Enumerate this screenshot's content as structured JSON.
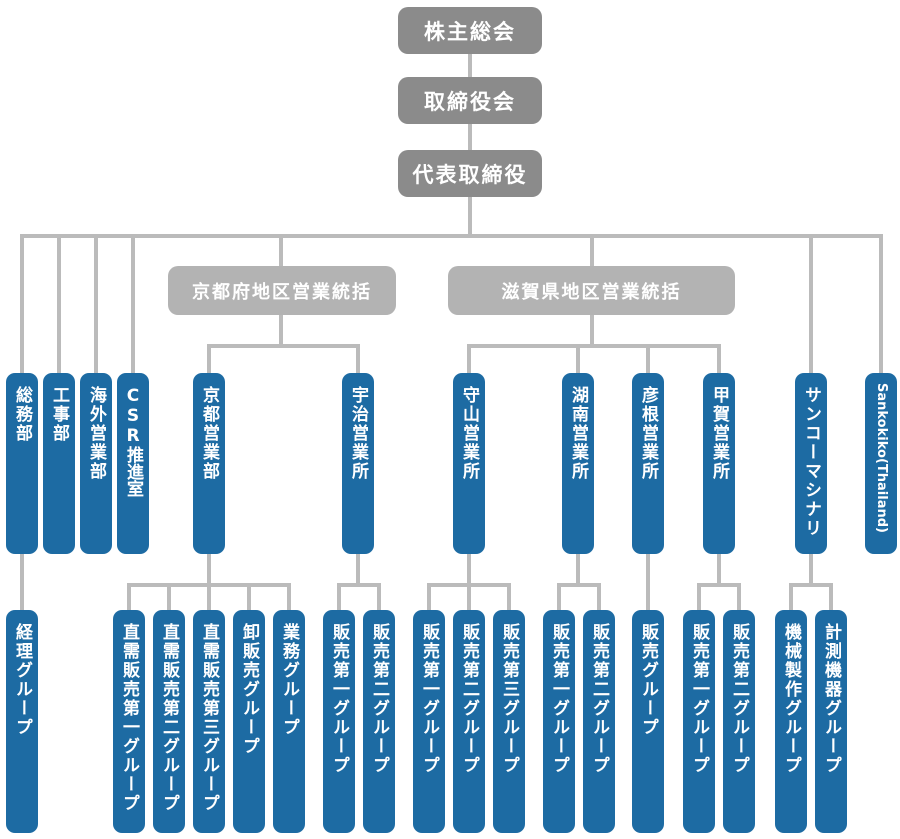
{
  "colors": {
    "node_blue": "#1d6ba3",
    "node_dark_gray": "#8b8b8b",
    "node_light_gray": "#b3b3b3",
    "connector_gray": "#bbbbbb",
    "text": "#ffffff"
  },
  "org": {
    "top_chain": [
      {
        "label": "株主総会"
      },
      {
        "label": "取締役会"
      },
      {
        "label": "代表取締役"
      }
    ],
    "staff_departments": [
      {
        "label": "総務部",
        "groups": [
          "経理グループ"
        ]
      },
      {
        "label": "工事部",
        "groups": []
      },
      {
        "label": "海外営業部",
        "groups": []
      },
      {
        "label": "CSR推進室",
        "groups": []
      }
    ],
    "regional_divisions": [
      {
        "label": "京都府地区営業統括",
        "offices": [
          {
            "label": "京都営業部",
            "groups": [
              "直需販売第一グループ",
              "直需販売第二グループ",
              "直需販売第三グループ",
              "卸販売グループ",
              "業務グループ"
            ]
          },
          {
            "label": "宇治営業所",
            "groups": [
              "販売第一グループ",
              "販売第二グループ"
            ]
          }
        ]
      },
      {
        "label": "滋賀県地区営業統括",
        "offices": [
          {
            "label": "守山営業所",
            "groups": [
              "販売第一グループ",
              "販売第二グループ",
              "販売第三グループ"
            ]
          },
          {
            "label": "湖南営業所",
            "groups": [
              "販売第一グループ",
              "販売第二グループ"
            ]
          },
          {
            "label": "彦根営業所",
            "groups": [
              "販売グループ"
            ]
          },
          {
            "label": "甲賀営業所",
            "groups": [
              "販売第一グループ",
              "販売第二グループ"
            ]
          }
        ]
      }
    ],
    "subsidiaries": [
      {
        "label": "サンコーマシナリー",
        "groups": [
          "機械製作グループ",
          "計測機器グループ"
        ]
      },
      {
        "label": "Sankokiko(Thailand)",
        "groups": []
      }
    ]
  }
}
